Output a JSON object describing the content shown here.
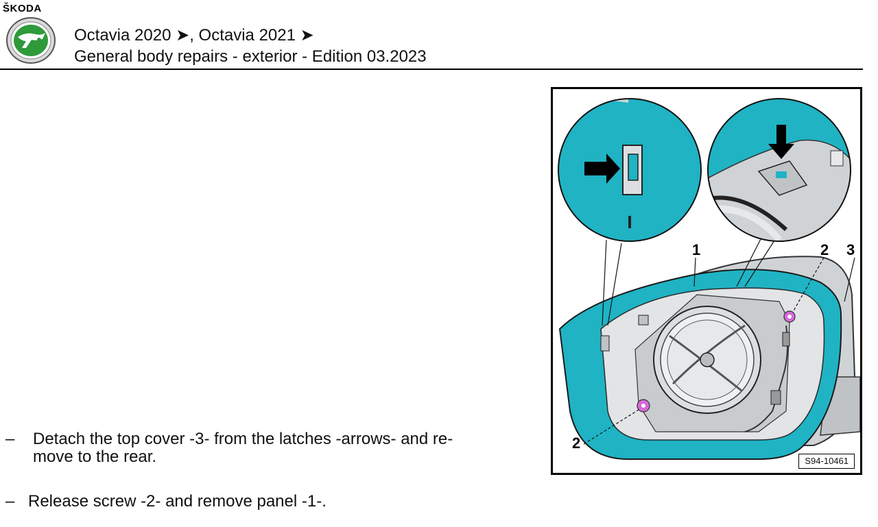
{
  "header": {
    "brand": "ŠKODA",
    "model_line": "Octavia 2020 ➤, Octavia 2021 ➤",
    "manual_line": "General body repairs - exterior - Edition 03.2023"
  },
  "figure": {
    "labels": {
      "panel": "1",
      "screw_top": "2",
      "screw_bottom": "2",
      "cover": "3"
    },
    "code": "S94-10461",
    "colors": {
      "panel_cyan": "#1fb3c4",
      "screw_magenta": "#d36ad8"
    }
  },
  "steps": [
    {
      "dash": "–",
      "line1": "Detach the top cover -3- from the latches -arrows- and re-",
      "line2": "move to the rear."
    },
    {
      "dash": "–",
      "line1": "Release screw -2- and remove panel -1-."
    }
  ]
}
